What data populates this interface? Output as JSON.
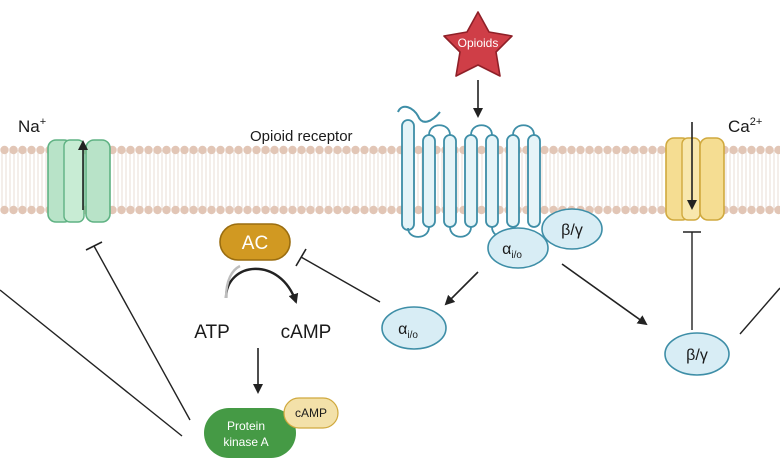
{
  "labels": {
    "sodium": "Na",
    "sodium_sup": "+",
    "calcium": "Ca",
    "calcium_sup": "2+",
    "receptor": "Opioid receptor",
    "opioids": "Opioids",
    "ac": "AC",
    "atp": "ATP",
    "camp": "cAMP",
    "pka_line1": "Protein",
    "pka_line2": "kinase A",
    "pka_camp": "cAMP",
    "alpha_main": "α",
    "alpha_sub": "i/o",
    "beta_gamma": "β/γ"
  },
  "colors": {
    "membrane_head": "#e2c6b6",
    "membrane_tail": "#ece2dc",
    "receptor_fill": "#e5f4f8",
    "receptor_stroke": "#3e8ea7",
    "gprotein_fill": "#d8edf5",
    "gprotein_stroke": "#3e8ea7",
    "na_channel_fill": "#b8e3c8",
    "na_channel_stroke": "#5fb283",
    "ca_channel_fill": "#f5dd92",
    "ca_channel_stroke": "#d0a93e",
    "ac_fill": "#d19922",
    "ac_stroke": "#9a6d10",
    "pka_fill": "#459a45",
    "pka_camp_fill": "#f3e1a9",
    "opioid_fill": "#cf3e47",
    "opioid_stroke": "#8f2028",
    "line": "#222222"
  },
  "icons": {
    "opioid": "star-ligand",
    "sodium_channel": "ion-channel",
    "calcium_channel": "ion-channel",
    "receptor": "seven-transmembrane-receptor"
  }
}
